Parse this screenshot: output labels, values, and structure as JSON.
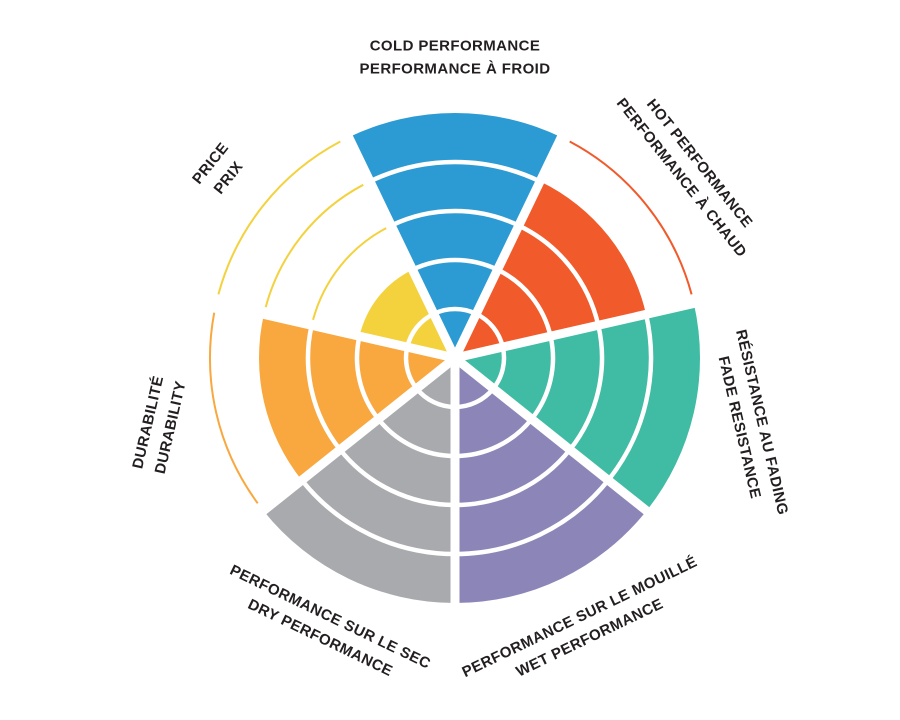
{
  "page": {
    "background_color": "#FFFFFF",
    "label_text_color": "#231F20"
  },
  "chart_data": {
    "type": "radar",
    "variant": "segmented-sector-rating-wheel",
    "title": "",
    "scale": {
      "min": 0,
      "max": 5,
      "rings": 5
    },
    "direction": "clockwise",
    "start_sector": "top",
    "ring_divider_color": "#FFFFFF",
    "unfilled_ring_style": "thin colored arc outlines at empty ring boundaries",
    "label_position": "tangential, outside wheel, bilingual two-line",
    "categories": [
      {
        "id": "cold-performance",
        "lines": [
          "COLD PERFORMANCE",
          "PERFORMANCE À FROID"
        ],
        "value": 5,
        "color": "#2D9BD3"
      },
      {
        "id": "hot-performance",
        "lines": [
          "HOT PERFORMANCE",
          "PERFORMANCE À CHAUD"
        ],
        "value": 4,
        "color": "#F15A2B"
      },
      {
        "id": "fade-resistance",
        "lines": [
          "RÉSISTANCE AU FADING",
          "FADE RESISTANCE"
        ],
        "value": 5,
        "color": "#3FBCA3"
      },
      {
        "id": "wet-performance",
        "lines": [
          "PERFORMANCE SUR LE MOUILLÉ",
          "WET PERFORMANCE"
        ],
        "value": 5,
        "color": "#8C86B8"
      },
      {
        "id": "dry-performance",
        "lines": [
          "PERFORMANCE SUR LE SEC",
          "DRY PERFORMANCE"
        ],
        "value": 5,
        "color": "#A8AAAD"
      },
      {
        "id": "durability",
        "lines": [
          "DURABILITÉ",
          "DURABILITY"
        ],
        "value": 4,
        "color": "#F9A83F"
      },
      {
        "id": "price",
        "lines": [
          "PRICE",
          "PRIX"
        ],
        "value": 2,
        "color": "#F3D23E"
      }
    ]
  }
}
